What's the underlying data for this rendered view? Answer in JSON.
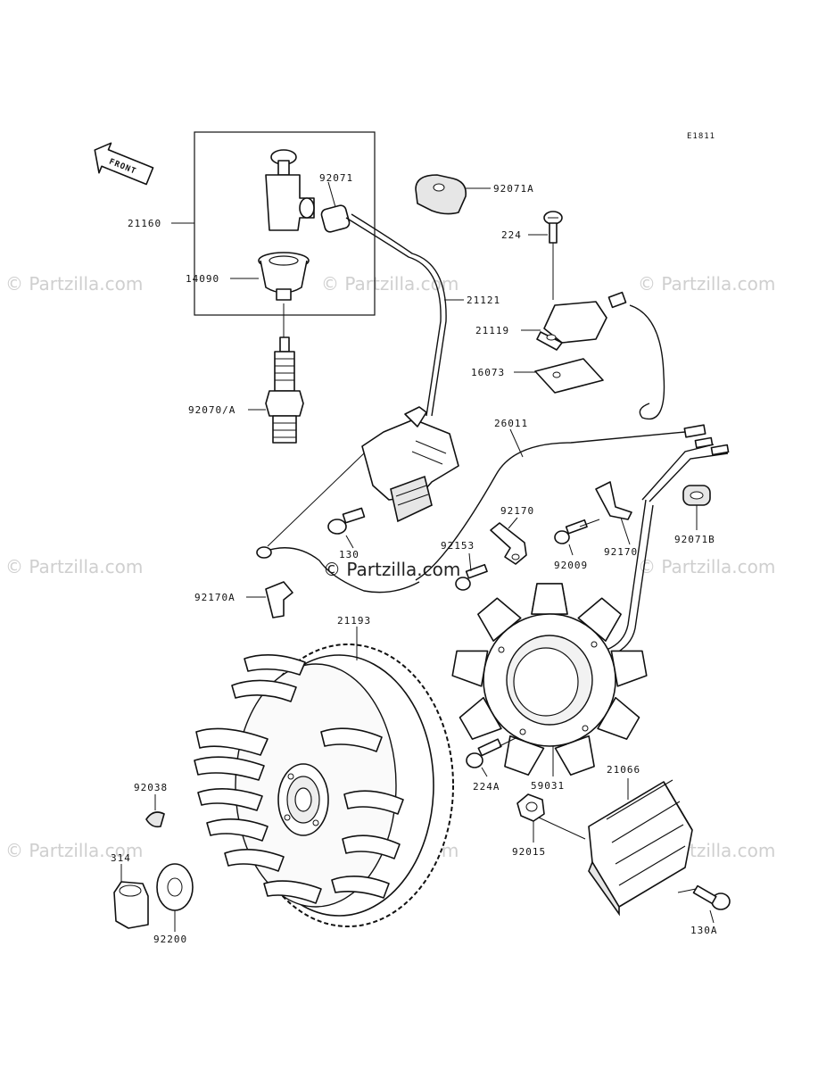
{
  "diagram_code": "E1811",
  "front_label": "FRONT",
  "watermark": "© Partzilla.com",
  "callouts": {
    "p21160": "21160",
    "p14090": "14090",
    "p92071": "92071",
    "p92071A": "92071A",
    "p224": "224",
    "p21121": "21121",
    "p21119": "21119",
    "p16073": "16073",
    "p92070A": "92070/A",
    "p26011": "26011",
    "p92170": "92170",
    "p130": "130",
    "p92154": "92153",
    "p92009": "92009",
    "p92170b": "92170",
    "p92071B": "92071B",
    "p92170A": "92170A",
    "p21193": "21193",
    "p224A": "224A",
    "p59031": "59031",
    "p21066": "21066",
    "p92038": "92038",
    "p314": "314",
    "p92200": "92200",
    "p92015": "92015",
    "p130A": "130A"
  }
}
